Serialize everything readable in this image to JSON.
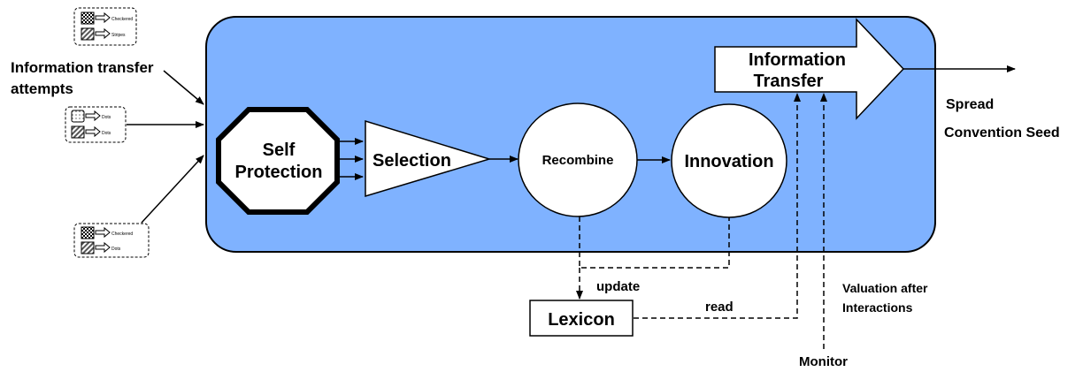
{
  "diagram": {
    "inputs_label_line1": "Information transfer",
    "inputs_label_line2": "attempts",
    "inputs": [
      {
        "pattern_1": "Checkered",
        "pattern_2": "Stripes"
      },
      {
        "pattern_1": "Dots",
        "pattern_2": "Dots"
      },
      {
        "pattern_1": "Checkered",
        "pattern_2": "Dots"
      }
    ],
    "self_protection_line1": "Self",
    "self_protection_line2": "Protection",
    "selection": "Selection",
    "recombine": "Recombine",
    "innovation": "Innovation",
    "information_transfer_line1": "Information",
    "information_transfer_line2": "Transfer",
    "lexicon": "Lexicon",
    "update": "update",
    "read": "read",
    "valuation_line1": "Valuation after",
    "valuation_line2": "Interactions",
    "monitor": "Monitor",
    "spread": "Spread",
    "convention_seed": "Convention Seed",
    "colors": {
      "process_box": "#7fb2ff",
      "process_border": "#000000"
    }
  }
}
